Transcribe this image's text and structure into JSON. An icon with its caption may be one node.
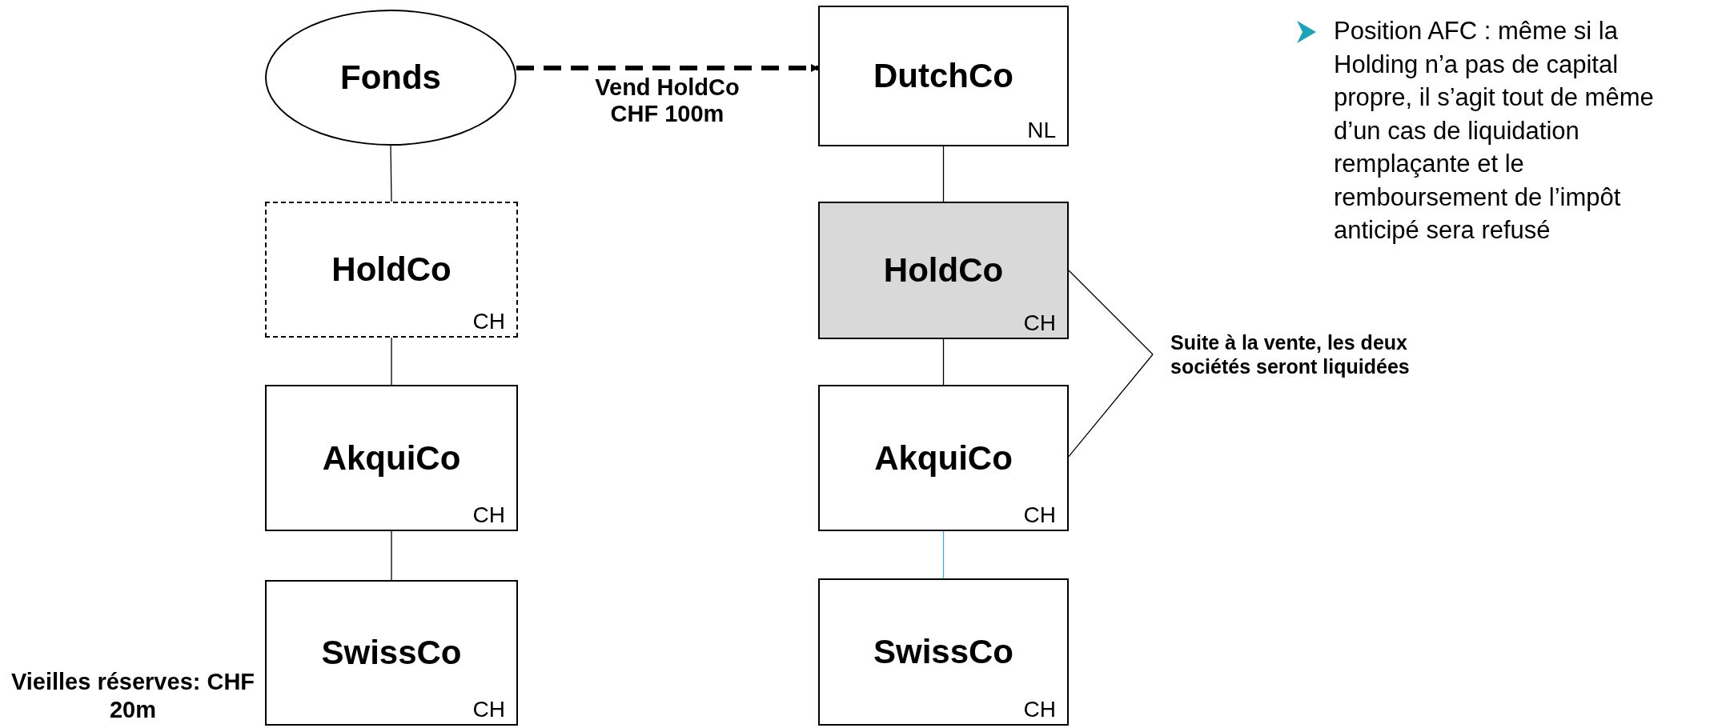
{
  "diagram": {
    "nodes": [
      {
        "text": [
          "Fonds"
        ]
      },
      {
        "text": [
          "HoldCo",
          "CH"
        ]
      },
      {
        "text": [
          "AkquiCo",
          "CH"
        ]
      },
      {
        "text": [
          "SwissCo",
          "CH"
        ],
        "beside": [
          "Vieilles réserves: CHF 20m"
        ]
      },
      {
        "text": [
          "DutchCo",
          "NL"
        ]
      },
      {
        "text": [
          "HoldCo",
          "CH"
        ]
      },
      {
        "text": [
          "AkquiCo",
          "CH"
        ]
      },
      {
        "text": [
          "SwissCo",
          "CH"
        ]
      },
      {
        "text": [
          "Suite à la vente, les deux sociétés seront liquidées"
        ]
      }
    ],
    "edges": [
      {
        "from": 0,
        "to": 4,
        "arrow": "to",
        "label": "Vend HoldCo CHF 100m",
        "style": "dashed"
      },
      {
        "from": 0,
        "to": 1,
        "arrow": "none"
      },
      {
        "from": 1,
        "to": 2,
        "arrow": "none"
      },
      {
        "from": 2,
        "to": 3,
        "arrow": "none"
      },
      {
        "from": 4,
        "to": 5,
        "arrow": "none"
      },
      {
        "from": 5,
        "to": 6,
        "arrow": "none"
      },
      {
        "from": 6,
        "to": 7,
        "arrow": "none",
        "color": "#4bacc6"
      },
      {
        "from": 8,
        "to": 5,
        "arrow": "none"
      },
      {
        "from": 8,
        "to": 6,
        "arrow": "none"
      }
    ],
    "labels": [
      "Position AFC : même si la Holding n’a pas de capital propre, il s’agit tout de même d’un cas de liquidation remplaçante et le remboursement de l’impôt anticipé sera refusé"
    ]
  }
}
